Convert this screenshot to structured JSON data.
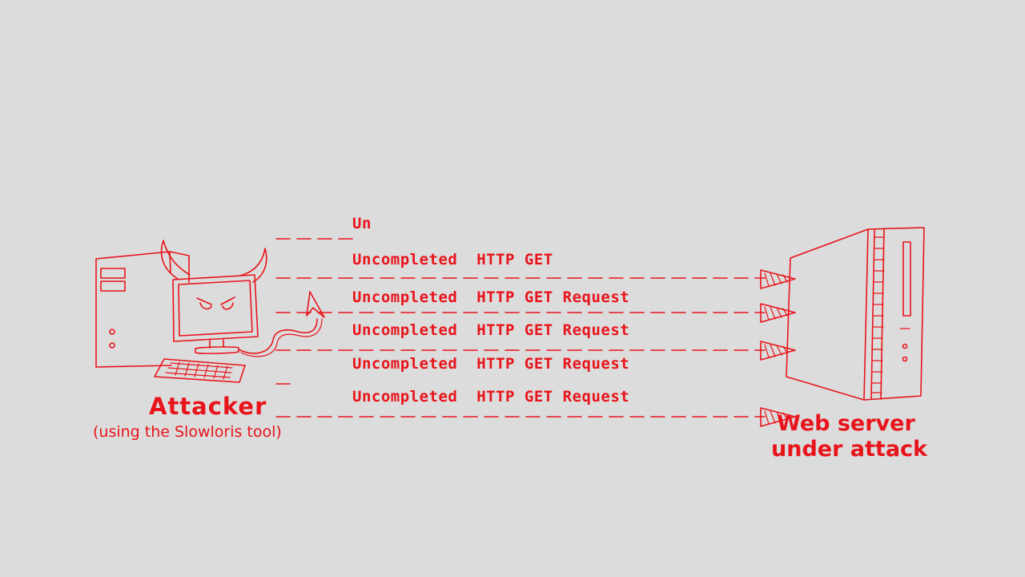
{
  "accent_color": "#e8141b",
  "background_color": "#dcdcdc",
  "attacker": {
    "title": "Attacker",
    "subtitle": "(using the Slowloris tool)"
  },
  "server": {
    "line1": "Web server",
    "line2": "under attack"
  },
  "requests": [
    "Un",
    "Uncompleted  HTTP GET",
    "Uncompleted  HTTP GET Request",
    "Uncompleted  HTTP GET Request",
    "Uncompleted  HTTP GET Request",
    "Uncompleted  HTTP GET Request"
  ],
  "icons": [
    "computer-tower-icon",
    "devil-monitor-icon",
    "keyboard-icon",
    "server-tower-icon",
    "arrowhead-icon"
  ]
}
